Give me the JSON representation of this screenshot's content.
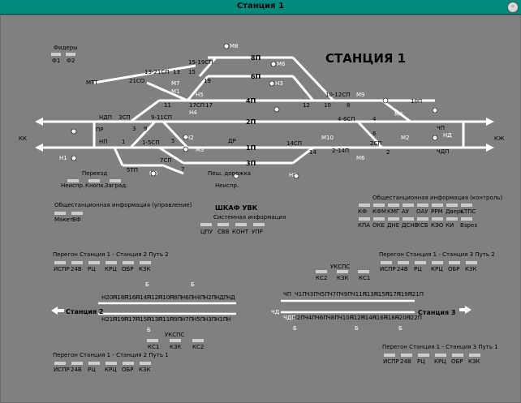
{
  "window": {
    "title": "Станция 1"
  },
  "scheme_title": "СТАНЦИЯ 1",
  "colors": {
    "track": "#ffffff",
    "background": "#808080",
    "titlebar": "#008a80",
    "indicator": "#cccccc"
  },
  "feeders": {
    "header": "Фидеры",
    "items": [
      "Ф1",
      "Ф2"
    ]
  },
  "tracks": [
    "8П",
    "6П",
    "4П",
    "2П",
    "1П",
    "3П",
    "10П"
  ],
  "switch_labels": [
    "21СО",
    "13-21СП",
    "13",
    "15",
    "15-19СП",
    "19",
    "11",
    "17СП",
    "17",
    "10-12СП",
    "12",
    "10",
    "8",
    "4-6СП",
    "4",
    "6",
    "2",
    "14СП",
    "14",
    "2-14П",
    "2СП",
    "3СП",
    "3",
    "9",
    "9-11СП",
    "5",
    "1-5СП",
    "1",
    "7",
    "7СП",
    "5ТП"
  ],
  "signals": [
    "М8",
    "М6",
    "НЗ",
    "М7",
    "М1",
    "Н5",
    "М3",
    "М5",
    "Н4",
    "Н2",
    "НЗ",
    "М10",
    "М9",
    "М4",
    "М2",
    "М6",
    "Н1",
    "НД",
    "ЧД",
    "Н"
  ],
  "route_labels": [
    "МТТ",
    "НДП",
    "ПР",
    "НП",
    "ДР",
    "ЧП",
    "ЧДП",
    "КЖ",
    "КК",
    "ПР"
  ],
  "crossing": {
    "header": "Переезд",
    "items": [
      "Неиспр.",
      "Кнопк.",
      "Заград."
    ]
  },
  "ped": {
    "label": "Пеш. дорожка",
    "status": "Неиспр."
  },
  "general_control": {
    "header": "Общестанционная информация (управление)",
    "items": [
      "Макет",
      "ВФ"
    ]
  },
  "general_info": {
    "header": "Общестанционная информация (контроль)",
    "row1": [
      "КФ",
      "КФМ",
      "КМГ",
      "АУ",
      "ОАУ",
      "РРМ",
      "Дверь",
      "КТПС"
    ],
    "row2": [
      "КПА",
      "ОКЕ",
      "ДНЕ",
      "ДСНЕ",
      "КСБ",
      "КЭО",
      "КИ",
      "Взрез"
    ]
  },
  "cabinet": {
    "header": "ШКАФ УВК",
    "subheader": "Системная информация",
    "items": [
      "ЦПУ",
      "СВВ",
      "КОНТ",
      "УПР"
    ]
  },
  "haul_left_2": {
    "header": "Перегон Станция 1 - Станция 2  Путь 2",
    "items": [
      "ИСПР",
      "24В",
      "РЦ",
      "КРЦ",
      "ОБР",
      "КЗК"
    ]
  },
  "haul_left_1": {
    "header": "Перегон Станция 1 - Станция 2  Путь 1",
    "items": [
      "ИСПР",
      "24В",
      "РЦ",
      "КРЦ",
      "ОБР",
      "КЗК"
    ]
  },
  "haul_right_2": {
    "header": "Перегон Станция 1 - Станция 3  Путь 2",
    "items": [
      "ИСПР",
      "24В",
      "РЦ",
      "КРЦ",
      "ОБР",
      "КЗК"
    ]
  },
  "haul_right_1": {
    "header": "Перегон Станция 1 - Станция 3  Путь 1",
    "items": [
      "ИСПР",
      "24В",
      "РЦ",
      "КРЦ",
      "ОБР",
      "КЗК"
    ]
  },
  "station2": {
    "label": "Станция 2",
    "ukspc": [
      "УКСПС",
      "КС1",
      "КЗК",
      "КС2"
    ],
    "sections": [
      "Н20П",
      "Н18П",
      "Н16П",
      "Н14П",
      "Н12П",
      "Н10П",
      "Н8П",
      "Н6П",
      "Н4П",
      "Н2П",
      "НДП",
      "НД",
      "Н21П",
      "Н19П",
      "Н17П",
      "Н15П",
      "Н13П",
      "Н11П",
      "Н9П",
      "Н7П",
      "Н5П",
      "Н3П",
      "Н1П",
      "Н",
      "Б"
    ]
  },
  "station3": {
    "label": "Станция 3",
    "ukspc": [
      "УКСПС",
      "КС2",
      "КЗК",
      "КС1"
    ],
    "sections": [
      "ЧП",
      "Ч1П",
      "Ч3П",
      "Ч5П",
      "Ч7П",
      "Ч9П",
      "Ч11П",
      "Ч13П",
      "Ч15П",
      "Ч17П",
      "Ч19П",
      "Ч21П",
      "ЧДП",
      "ЧД",
      "Ч2П",
      "Ч4П",
      "Ч6П",
      "Ч8П",
      "Ч10П",
      "Ч12П",
      "Ч14П",
      "Ч16П",
      "Ч18П",
      "Ч20П",
      "Ч22П",
      "Б"
    ]
  }
}
